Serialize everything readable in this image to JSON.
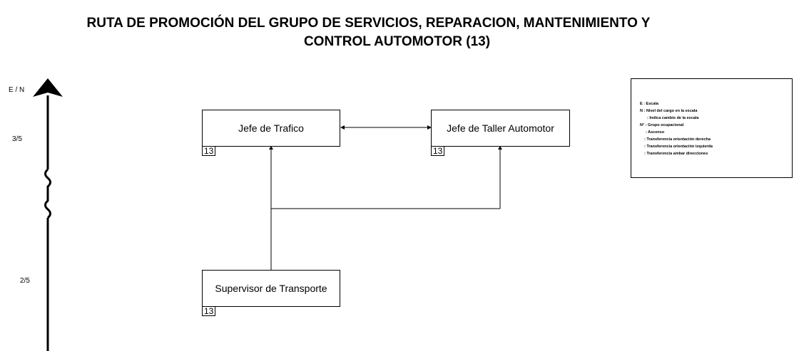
{
  "title": {
    "line1": "RUTA DE PROMOCIÓN DEL GRUPO DE SERVICIOS, REPARACION, MANTENIMIENTO Y",
    "line2": "CONTROL AUTOMOTOR (13)"
  },
  "axis": {
    "label": "E / N",
    "level_top": "3/5",
    "level_bottom": "2/5"
  },
  "nodes": {
    "jefe_trafico": {
      "label": "Jefe de Trafico",
      "code": "13"
    },
    "jefe_taller": {
      "label": "Jefe de Taller Automotor",
      "code": "13"
    },
    "supervisor": {
      "label": "Supervisor de Transporte",
      "code": "13"
    }
  },
  "legend": {
    "items": [
      "E  :    Escala",
      "N  :   Nivel del cargo en la escala",
      ":    Indica cambio de la escala",
      "N° :   Grupo ocupacional",
      ": Ascenso",
      ": Transferencia orientación derecha",
      ": Transferencia orientación izquierda",
      ": Transferencia ambar direcciones"
    ]
  }
}
